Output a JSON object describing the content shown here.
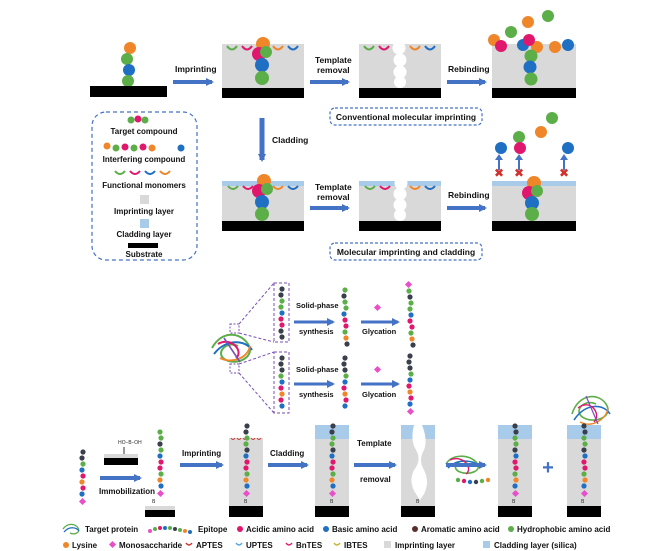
{
  "colors": {
    "orange": "#f0862a",
    "magenta": "#e0186d",
    "green": "#5cae48",
    "blue": "#1f6fc3",
    "red": "#d0312d",
    "dark": "#3a3f4c",
    "pink": "#e84fc8",
    "gray_layer": "#d9d9d9",
    "cladding": "#a9cbea",
    "arrow": "#4472c4",
    "substrate": "#000000"
  },
  "top": {
    "step_imprinting": "Imprinting",
    "step_template_removal_1": "Template",
    "step_template_removal_2": "removal",
    "step_rebinding": "Rebinding",
    "step_cladding": "Cladding",
    "box_conventional": "Conventional molecular imprinting",
    "box_cladding": "Molecular imprinting and cladding"
  },
  "legend_top": {
    "target_compound": "Target compound",
    "interfering_compound": "Interfering compound",
    "functional_monomers": "Functional monomers",
    "imprinting_layer": "Imprinting layer",
    "cladding_layer": "Cladding layer",
    "substrate": "Substrate"
  },
  "middle": {
    "solid_phase_1": "Solid-phase",
    "solid_phase_2": "synthesis",
    "glycation": "Glycation"
  },
  "bottom": {
    "immobilization": "Immobilization",
    "imprinting": "Imprinting",
    "cladding": "Cladding",
    "template_1": "Template",
    "template_2": "removal",
    "plus": "+"
  },
  "legend_bottom": {
    "target_protein": "Target protein",
    "epitope": "Epitope",
    "acidic": "Acidic amino acid",
    "basic": "Basic amino acid",
    "aromatic": "Aromatic amino acid",
    "hydrophobic": "Hydrophobic amino acid",
    "lysine": "Lysine",
    "monosaccharide": "Monosaccharide",
    "aptes": "APTES",
    "uptes": "UPTES",
    "bntes": "BnTES",
    "ibtes": "IBTES",
    "imprinting_layer": "Imprinting layer",
    "cladding_layer": "Cladding layer (silica)"
  }
}
